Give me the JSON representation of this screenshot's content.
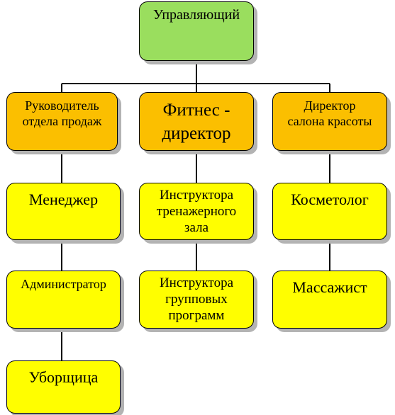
{
  "org": {
    "root": "Управляющий",
    "sales": {
      "head": "Руководитель\nотдела продаж",
      "staff": [
        "Менеджер",
        "Администратор",
        "Уборщица"
      ]
    },
    "fitness": {
      "head": "Фитнес -\nдиректор",
      "staff": [
        "Инструктора\nтренажерного\nзала",
        "Инструктора\nгрупповых\nпрограмм"
      ]
    },
    "beauty": {
      "head": "Директор\nсалона красоты",
      "staff": [
        "Косметолог",
        "Массажист"
      ]
    }
  },
  "colors": {
    "root_fill": "#9ade5e",
    "head_fill": "#fbbf00",
    "staff_fill": "#fffe00",
    "line": "#000000",
    "shadow": "#b3b3b3"
  }
}
